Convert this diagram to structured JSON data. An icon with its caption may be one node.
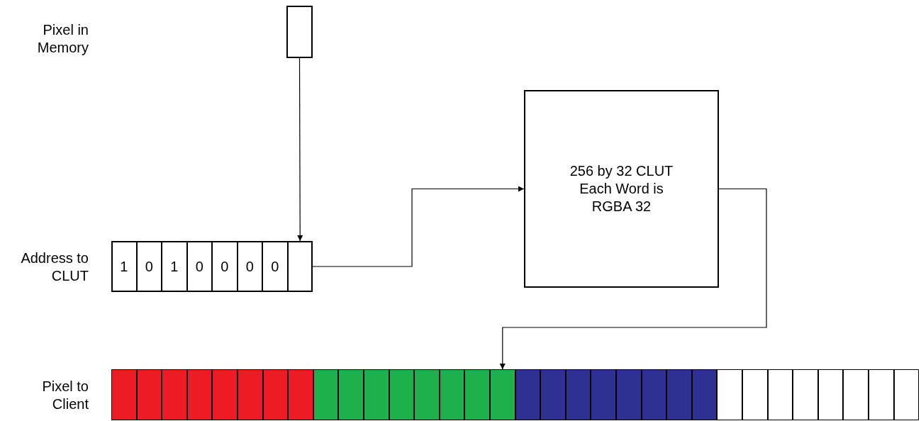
{
  "diagram": {
    "nodes": [
      {
        "text": [],
        "shape": "box"
      },
      {
        "text": [],
        "shape": "box"
      },
      {
        "text": [
          "1"
        ],
        "in": 1
      },
      {
        "text": [
          "0"
        ],
        "in": 1
      },
      {
        "text": [
          "1"
        ],
        "in": 1
      },
      {
        "text": [
          "0"
        ],
        "in": 1
      },
      {
        "text": [
          "0"
        ],
        "in": 1
      },
      {
        "text": [
          "0"
        ],
        "in": 1
      },
      {
        "text": [
          "0"
        ],
        "in": 1
      },
      {
        "text": [],
        "shape": "box",
        "in": 1
      },
      {
        "text": [
          "256 by 32 CLUT Each Word is RGBA 32"
        ]
      },
      {
        "text": [],
        "shape": "box"
      },
      {
        "text": [],
        "shape": "box",
        "in": 11
      },
      {
        "text": [],
        "shape": "box",
        "in": 11
      },
      {
        "text": [],
        "shape": "box",
        "in": 11
      },
      {
        "text": [],
        "shape": "box",
        "in": 11
      },
      {
        "text": [],
        "shape": "box",
        "in": 11
      },
      {
        "text": [],
        "shape": "box",
        "in": 11
      },
      {
        "text": [],
        "shape": "box",
        "in": 11
      },
      {
        "text": [],
        "shape": "box",
        "in": 11
      },
      {
        "text": [],
        "shape": "box",
        "in": 11
      },
      {
        "text": [],
        "shape": "box",
        "in": 11
      },
      {
        "text": [],
        "shape": "box",
        "in": 11
      },
      {
        "text": [],
        "shape": "box",
        "in": 11
      },
      {
        "text": [],
        "shape": "box",
        "in": 11
      },
      {
        "text": [],
        "shape": "box",
        "in": 11
      },
      {
        "text": [],
        "shape": "box",
        "in": 11
      },
      {
        "text": [],
        "shape": "box",
        "in": 11
      },
      {
        "text": [],
        "shape": "box",
        "in": 11
      },
      {
        "text": [],
        "shape": "box",
        "in": 11
      },
      {
        "text": [],
        "shape": "box",
        "in": 11
      },
      {
        "text": [],
        "shape": "box",
        "in": 11
      },
      {
        "text": [],
        "shape": "box",
        "in": 11
      },
      {
        "text": [],
        "shape": "box",
        "in": 11
      },
      {
        "text": [],
        "shape": "box",
        "in": 11
      },
      {
        "text": [],
        "shape": "box",
        "in": 11
      },
      {
        "text": [],
        "shape": "box",
        "in": 11
      },
      {
        "text": [],
        "shape": "box",
        "in": 11
      },
      {
        "text": [],
        "shape": "box",
        "in": 11
      },
      {
        "text": [],
        "shape": "box",
        "in": 11
      },
      {
        "text": [],
        "shape": "box",
        "in": 11
      },
      {
        "text": [],
        "shape": "box",
        "in": 11
      },
      {
        "text": [],
        "shape": "box",
        "in": 11
      },
      {
        "text": [],
        "shape": "box",
        "in": 11
      }
    ],
    "edges": [
      {
        "from": 0,
        "to": 9,
        "arrow": "to"
      },
      {
        "from": 9,
        "to": 10,
        "arrow": "to"
      },
      {
        "from": 10,
        "to": 27,
        "arrow": "to"
      }
    ],
    "labels": [
      "Pixel in Memory",
      "Address to CLUT",
      "Pixel to Client"
    ]
  }
}
